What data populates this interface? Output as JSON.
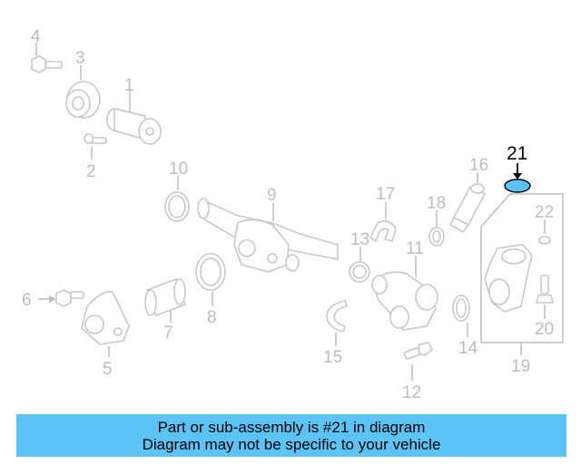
{
  "diagram": {
    "callouts": [
      "1",
      "2",
      "3",
      "4",
      "5",
      "6",
      "7",
      "8",
      "10",
      "9",
      "11",
      "12",
      "13",
      "14",
      "15",
      "16",
      "17",
      "18",
      "19",
      "20",
      "22"
    ],
    "highlighted_callout": "21",
    "colors": {
      "highlight_fill": "#5bc3f5",
      "highlight_stroke": "#000000",
      "part_stroke": "#c8c8c8",
      "callout_text": "#bdbdbd"
    }
  },
  "banner": {
    "line1": "Part or sub-assembly is #21 in diagram",
    "line2": "Diagram may not be specific to your vehicle",
    "background": "#5bc3f5"
  }
}
